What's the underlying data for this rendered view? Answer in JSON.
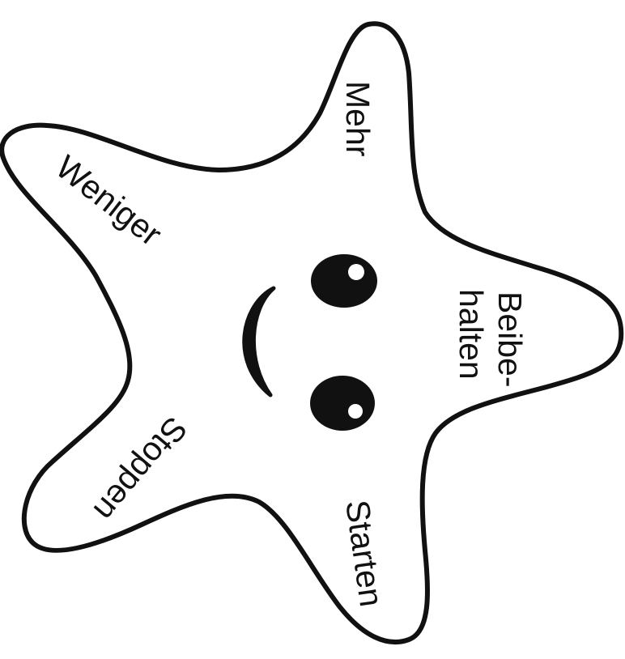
{
  "labels": {
    "top": "Mehr",
    "upper_left": "Weniger",
    "right_line1": "Beibe-",
    "right_line2": "halten",
    "lower_left": "Stoppen",
    "bottom": "Starten"
  },
  "colors": {
    "outline": "#111111",
    "fill": "#ffffff",
    "face": "#111111",
    "highlight": "#ffffff"
  }
}
